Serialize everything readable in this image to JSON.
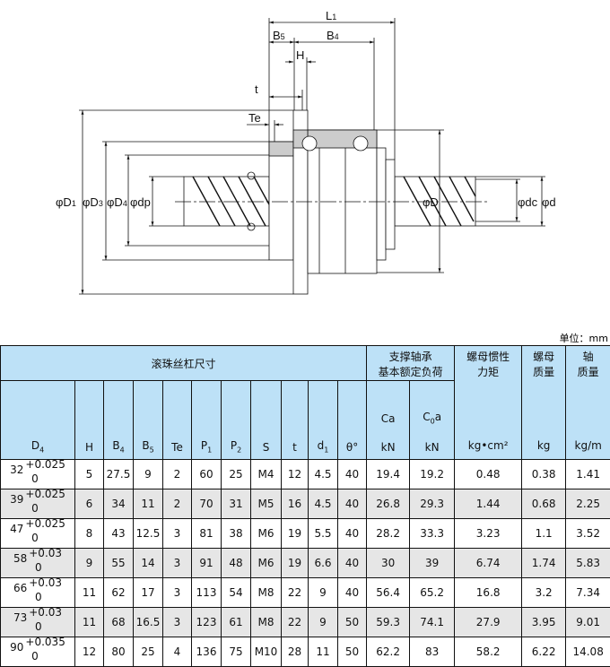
{
  "diagram": {
    "labels": {
      "L1": [
        "L",
        "1"
      ],
      "B5": [
        "B",
        "5"
      ],
      "B4": [
        "B",
        "4"
      ],
      "H": "H",
      "t": "t",
      "Te": "Te",
      "D1": [
        "φD",
        "1"
      ],
      "D3": [
        "φD",
        "3"
      ],
      "D4": [
        "φD",
        "4"
      ],
      "dp": "φdp",
      "D": "φD",
      "dc": "φdc",
      "d": "φd"
    }
  },
  "unit": "单位：mm",
  "table": {
    "group_headers": {
      "dims": "滚珠丝杠尺寸",
      "load": "支撑轴承\n基本额定负荷",
      "inertia": "螺母惯性\n力矩",
      "nut_mass": "螺母\n质量",
      "shaft_mass": "轴\n质量"
    },
    "columns": [
      "D4",
      "H",
      "B4",
      "B5",
      "Te",
      "P1",
      "P2",
      "S",
      "t",
      "d1",
      "θ°",
      "kN",
      "kN",
      "kg•cm²",
      "kg",
      "kg/m"
    ],
    "column_labels": [
      [
        "D",
        "4"
      ],
      [
        "H",
        ""
      ],
      [
        "B",
        "4"
      ],
      [
        "B",
        "5"
      ],
      [
        "Te",
        ""
      ],
      [
        "P",
        "1"
      ],
      [
        "P",
        "2"
      ],
      [
        "S",
        ""
      ],
      [
        "t",
        ""
      ],
      [
        "d",
        "1"
      ],
      [
        "θ°",
        ""
      ],
      [
        "kN",
        ""
      ],
      [
        "kN",
        ""
      ],
      [
        "kg•cm²",
        ""
      ],
      [
        "kg",
        ""
      ],
      [
        "kg/m",
        ""
      ]
    ],
    "load_sub": [
      [
        "Ca",
        ""
      ],
      [
        "C",
        "0",
        "a"
      ]
    ],
    "rows": [
      {
        "d4": "32",
        "tol_up": "+0.025",
        "tol_low": "0",
        "v": [
          "5",
          "27.5",
          "9",
          "2",
          "60",
          "25",
          "M4",
          "12",
          "4.5",
          "40",
          "19.4",
          "19.2",
          "0.48",
          "0.38",
          "1.41"
        ]
      },
      {
        "d4": "39",
        "tol_up": "+0.025",
        "tol_low": "0",
        "v": [
          "6",
          "34",
          "11",
          "2",
          "70",
          "31",
          "M5",
          "16",
          "4.5",
          "40",
          "26.8",
          "29.3",
          "1.44",
          "0.68",
          "2.25"
        ]
      },
      {
        "d4": "47",
        "tol_up": "+0.025",
        "tol_low": "0",
        "v": [
          "8",
          "43",
          "12.5",
          "3",
          "81",
          "38",
          "M6",
          "19",
          "5.5",
          "40",
          "28.2",
          "33.3",
          "3.23",
          "1.1",
          "3.52"
        ]
      },
      {
        "d4": "58",
        "tol_up": "+0.03",
        "tol_low": "0",
        "v": [
          "9",
          "55",
          "14",
          "3",
          "91",
          "48",
          "M6",
          "19",
          "6.6",
          "40",
          "30",
          "39",
          "6.74",
          "1.74",
          "5.83"
        ]
      },
      {
        "d4": "66",
        "tol_up": "+0.03",
        "tol_low": "0",
        "v": [
          "11",
          "62",
          "17",
          "3",
          "113",
          "54",
          "M8",
          "22",
          "9",
          "40",
          "56.4",
          "65.2",
          "16.8",
          "3.2",
          "7.34"
        ]
      },
      {
        "d4": "73",
        "tol_up": "+0.03",
        "tol_low": "0",
        "v": [
          "11",
          "68",
          "16.5",
          "3",
          "123",
          "61",
          "M8",
          "22",
          "9",
          "50",
          "59.3",
          "74.1",
          "27.9",
          "3.95",
          "9.01"
        ]
      },
      {
        "d4": "90",
        "tol_up": "+0.035",
        "tol_low": "0",
        "v": [
          "12",
          "80",
          "25",
          "4",
          "136",
          "75",
          "M10",
          "28",
          "11",
          "50",
          "62.2",
          "83",
          "58.2",
          "6.22",
          "14.08"
        ]
      }
    ]
  }
}
